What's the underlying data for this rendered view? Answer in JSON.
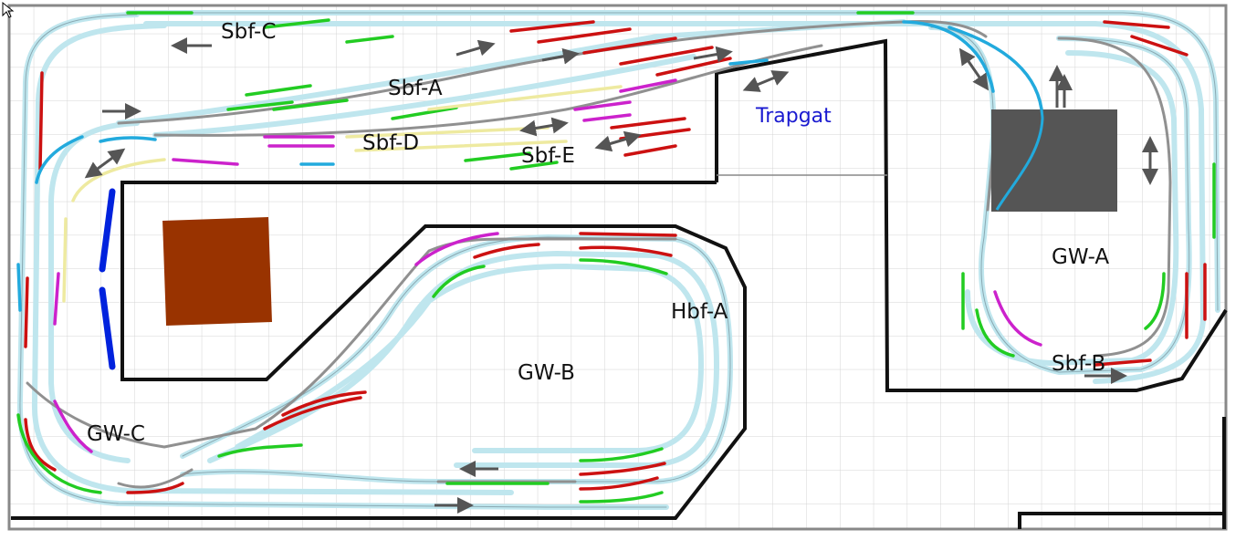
{
  "labels": {
    "sbf_c": "Sbf-C",
    "sbf_a": "Sbf-A",
    "sbf_d": "Sbf-D",
    "sbf_e": "Sbf-E",
    "trapgat": "Trapgat",
    "gw_a": "GW-A",
    "gw_b": "GW-B",
    "gw_c": "GW-C",
    "hbf_a": "Hbf-A",
    "sbf_b": "Sbf-B"
  },
  "colors": {
    "grid": "#d4d4d4",
    "wall": "#111111",
    "track_bed": "#bfe6ee",
    "track_line": "#8aa9b2",
    "track_gray": "#909090",
    "section_red": "#cc1111",
    "section_green": "#22cc22",
    "section_magenta": "#cc22cc",
    "section_cyan": "#22aadd",
    "section_yellow": "#eeeaa0",
    "section_blue": "#0022dd",
    "box_brown": "#993300",
    "box_dark": "#555555",
    "arrow": "#555555",
    "label_blue": "#1a1ad0"
  }
}
